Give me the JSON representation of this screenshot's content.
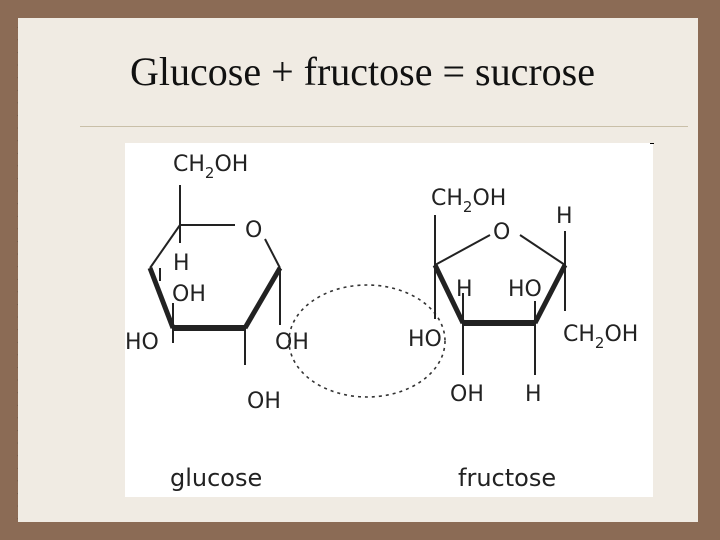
{
  "slide": {
    "title": "Glucose + fructose = sucrose"
  },
  "glucose": {
    "name": "glucose",
    "ch2oh": "CH",
    "ch2oh_sub": "2",
    "ch2oh_tail": "OH",
    "ring_o": "O",
    "h": "H",
    "oh_left_inner": "OH",
    "ho_left": "HO",
    "oh_right": "OH",
    "oh_bottom": "OH"
  },
  "fructose": {
    "name": "fructose",
    "ch2oh_top": "CH",
    "ch2oh_top_sub": "2",
    "ch2oh_top_tail": "OH",
    "ring_o": "O",
    "h_top_right": "H",
    "h_left": "H",
    "ho_right": "HO",
    "ho_left": "HO",
    "ch2oh_right": "CH",
    "ch2oh_right_sub": "2",
    "ch2oh_right_tail": "OH",
    "oh_bottom": "OH",
    "h_bottom": "H"
  }
}
